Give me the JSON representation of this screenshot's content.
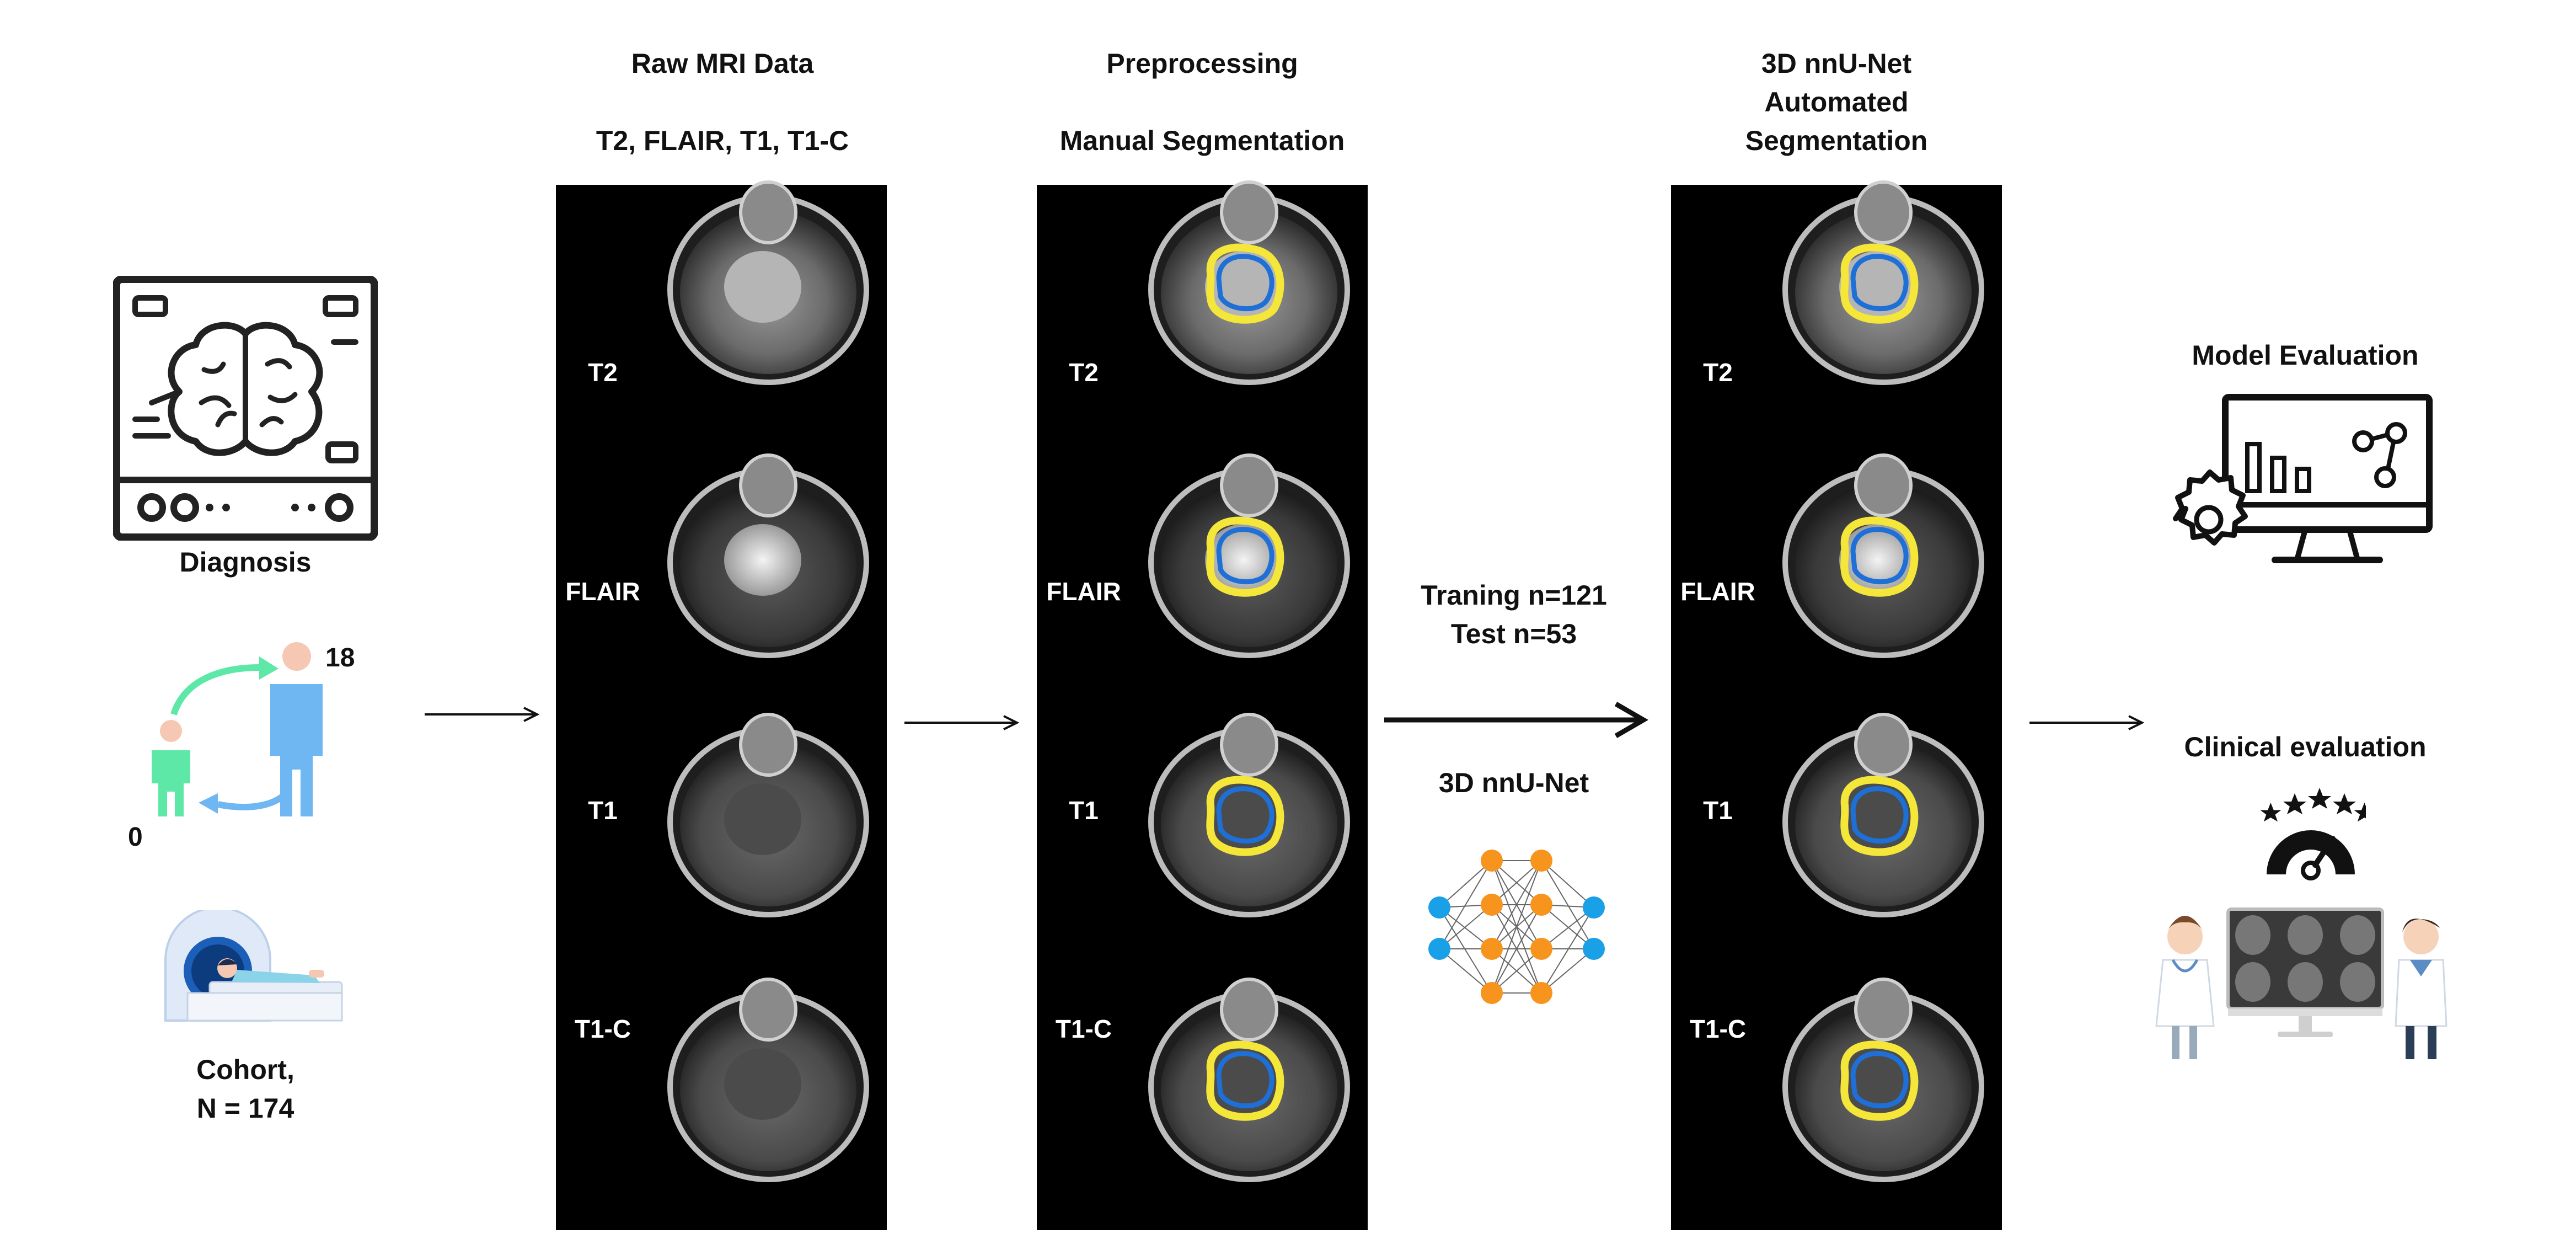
{
  "diagnosis": {
    "label": "Diagnosis"
  },
  "age": {
    "high": "18",
    "low": "0"
  },
  "cohort": {
    "line1": "Cohort,",
    "line2": "N = 174"
  },
  "columns": [
    {
      "line1": "Raw MRI Data",
      "line2": "",
      "line3": "T2, FLAIR, T1, T1-C"
    },
    {
      "line1": "Preprocessing",
      "line2": "",
      "line3": "Manual Segmentation"
    },
    {
      "line1": "3D nnU-Net",
      "line2": "Automated",
      "line3": "Segmentation"
    }
  ],
  "sequences": [
    "T2",
    "FLAIR",
    "T1",
    "T1-C"
  ],
  "training": {
    "train": "Traning n=121",
    "test": "Test n=53",
    "model": "3D nnU-Net"
  },
  "evaluation": {
    "model": "Model Evaluation",
    "clinical": "Clinical evaluation"
  },
  "colors": {
    "contour_outer": "#f5e63a",
    "contour_inner": "#1e6fd6",
    "node_orange": "#f7941d",
    "node_blue": "#1aa0e6",
    "figure_blue": "#6fb7f2",
    "figure_green": "#5ee8a8"
  }
}
